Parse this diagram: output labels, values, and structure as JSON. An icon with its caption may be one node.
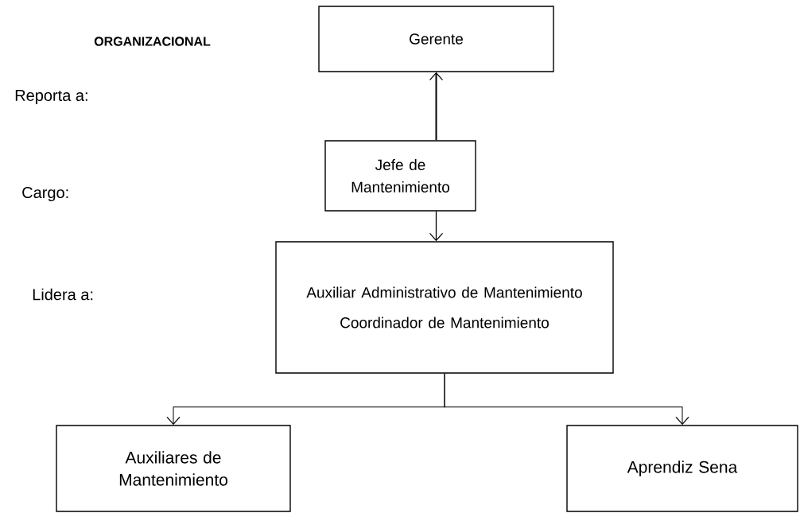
{
  "diagram": {
    "nodes": [
      {
        "text": [
          "Gerente"
        ]
      },
      {
        "text": [
          "Jefe de Mantenimiento"
        ]
      },
      {
        "text": [
          "Auxiliar Administrativo de Mantenimiento",
          "Coordinador de Mantenimiento"
        ]
      },
      {
        "text": [
          "Auxiliares de Mantenimiento"
        ]
      },
      {
        "text": [
          "Aprendiz Sena"
        ]
      }
    ],
    "edges": [
      {
        "from": 1,
        "to": 0,
        "arrow": "to"
      },
      {
        "from": 1,
        "to": 2,
        "arrow": "to"
      },
      {
        "from": 2,
        "to": 3,
        "arrow": "to"
      },
      {
        "from": 2,
        "to": 4,
        "arrow": "to"
      }
    ],
    "labels": [
      "ORGANIZACIONAL",
      "Reporta a:",
      "Cargo:",
      "Lidera a:"
    ]
  }
}
